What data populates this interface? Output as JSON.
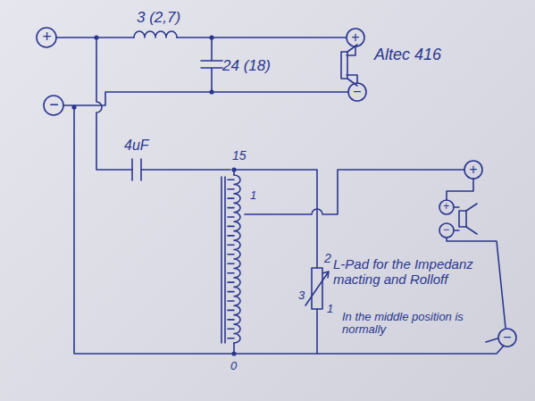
{
  "diagram": {
    "labels": [
      "+",
      "3 (2,7)",
      "24 (18)",
      "+",
      "−",
      "Altec 416",
      "−",
      "4uF",
      "15",
      "1",
      "+",
      "+",
      "−",
      "2",
      "L-Pad for the Impedanz macting and Rolloff",
      "3",
      "1",
      "In the middle position is normally",
      "−",
      "0"
    ]
  }
}
